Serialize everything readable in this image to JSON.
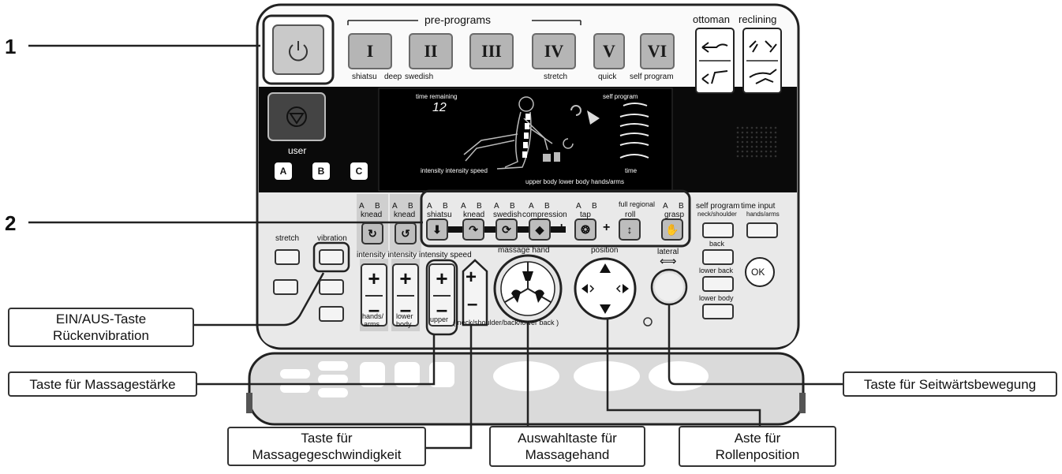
{
  "callouts": {
    "n1": "1",
    "n2": "2",
    "vibration_line1": "EIN/AUS-Taste",
    "vibration_line2": "Rückenvibration",
    "intensity": "Taste für Massagestärke",
    "speed_line1": "Taste für",
    "speed_line2": "Massagegeschwindigkeit",
    "hand_line1": "Auswahltaste für",
    "hand_line2": "Massagehand",
    "roller_line1": "Aste für",
    "roller_line2": "Rollenposition",
    "lateral": "Taste für Seitwärtsbewegung"
  },
  "top": {
    "pre_programs": "pre-programs",
    "programs": [
      "I",
      "II",
      "III",
      "IV",
      "V",
      "VI"
    ],
    "program_labels": {
      "shiatsu": "shiatsu",
      "deep": "deep",
      "swedish": "swedish",
      "stretch": "stretch",
      "quick": "quick",
      "self_program": "self program"
    },
    "ottoman": "ottoman",
    "reclining": "reclining"
  },
  "display": {
    "user": "user",
    "users": [
      "A",
      "B",
      "C"
    ],
    "time_remaining": "time remaining",
    "time_value": "12",
    "self_program": "self program",
    "intensity_speed": "intensity intensity speed",
    "time": "time",
    "body_zones": "upper body lower body hands/arms"
  },
  "controls": {
    "a": "A",
    "b": "B",
    "knead": "knead",
    "techniques": [
      "shiatsu",
      "knead",
      "swedish",
      "compression"
    ],
    "tap": "tap",
    "full_regional": "full regional",
    "roll": "roll",
    "grasp": "grasp",
    "plus": "+",
    "stretch": "stretch",
    "vibration": "vibration",
    "intensity_header": "intensity intensity intensity speed",
    "pm_plus": "+",
    "pm_minus": "–",
    "hands_arms_1": "hands/",
    "hands_arms_2": "arms",
    "lower_body_1": "lower",
    "lower_body_2": "body",
    "upper": "upper",
    "neck_note": "( neck/shoulder/back/lower back )",
    "massage_hand": "massage hand",
    "position": "position",
    "lateral": "lateral",
    "lateral_arrow": "⟺",
    "self_program_hdr": "self program",
    "time_input": "time input",
    "neck_shoulder": "neck/shoulder",
    "hands_arms": "hands/arms",
    "back": "back",
    "lower_back": "lower back",
    "lower_body": "lower body",
    "ok": "OK"
  },
  "icons": {
    "power": "power-icon",
    "stop": "stop-icon",
    "dpad": "direction-pad-icon",
    "hand": "massage-hand-icon"
  }
}
